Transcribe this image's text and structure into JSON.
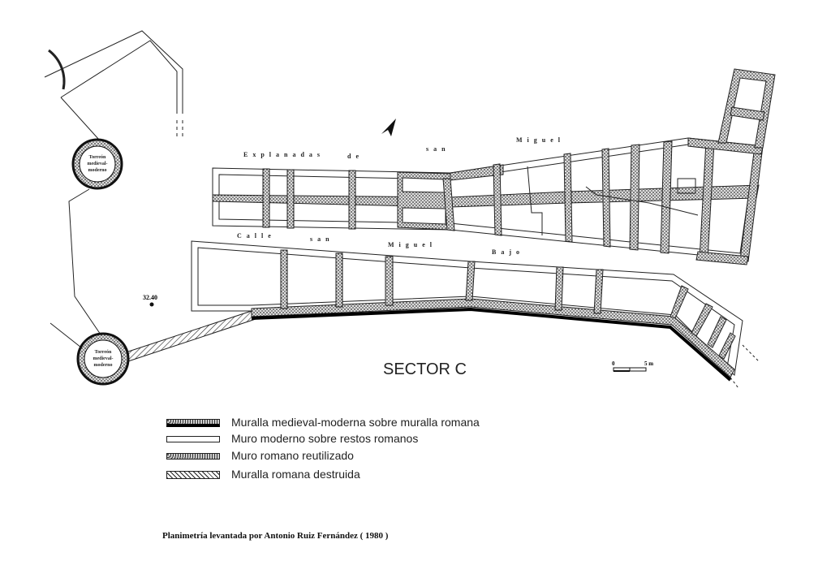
{
  "plan": {
    "sector_title": "SECTOR C",
    "street_labels": [
      "Explanadas",
      "de",
      "san",
      "Miguel",
      "Calle",
      "san",
      "Miguel",
      "Bajo"
    ],
    "tower_label_lines": [
      "Torreón",
      "medieval-",
      "moderno"
    ],
    "elevation_point": "32.40",
    "scale": {
      "start": "0",
      "end": "5 m"
    }
  },
  "legend": [
    {
      "label": "Muralla medieval-moderna sobre muralla romana",
      "pattern": "dotted-black-base"
    },
    {
      "label": "Muro moderno sobre restos romanos",
      "pattern": "empty"
    },
    {
      "label": "Muro romano reutilizado",
      "pattern": "dotted"
    },
    {
      "label": "Muralla romana destruida",
      "pattern": "hatched"
    }
  ],
  "credit": "Planimetría levantada por Antonio Ruiz Fernández ( 1980 )",
  "colors": {
    "ink": "#222222",
    "stipple": "#8a8a8a"
  }
}
